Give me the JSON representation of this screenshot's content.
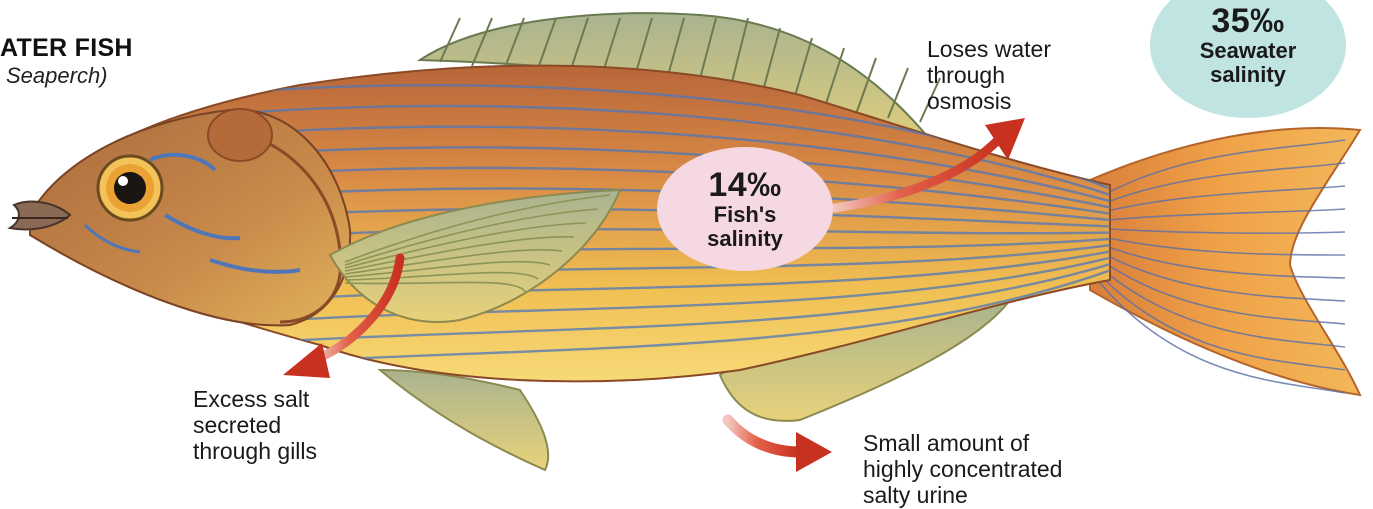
{
  "header": {
    "title": "ATER FISH",
    "subtitle": "Seaperch)"
  },
  "badges": {
    "seawater": {
      "value": "35‰",
      "line1": "Seawater",
      "line2": "salinity",
      "color": "#bfe4e1"
    },
    "fish": {
      "value": "14‰",
      "line1": "Fish's",
      "line2": "salinity",
      "color": "#f6d8e3"
    }
  },
  "labels": {
    "osmosis": [
      "Loses water",
      "through",
      "osmosis"
    ],
    "gills": [
      "Excess salt",
      "secreted",
      "through gills"
    ],
    "urine": [
      "Small amount of",
      "highly concentrated",
      "salty urine"
    ]
  },
  "colors": {
    "body_gold": "#e6a94a",
    "body_orange": "#c9733a",
    "stripe_blue": "#4f77b8",
    "fin_yellow": "#e9cf6e",
    "arrow_red": "#d4402e"
  },
  "icons": {
    "fish": "seaperch-illustration",
    "arrows": "red-curved-arrow"
  }
}
